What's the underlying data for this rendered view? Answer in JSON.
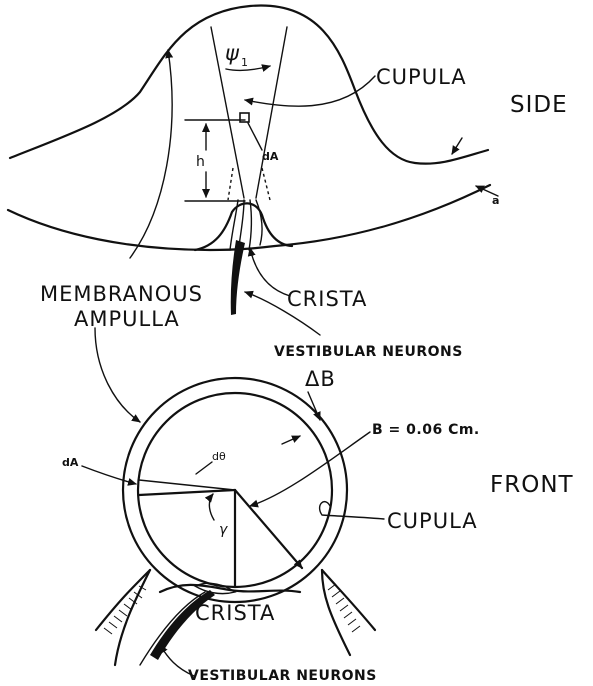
{
  "side_view": {
    "view_label": "SIDE",
    "cupula_label": "CUPULA",
    "angle_label": "ψ",
    "angle_subscript": "1",
    "height_label": "h",
    "area_label": "dA",
    "thickness_label": "a",
    "crista_label": "CRISTA",
    "neurons_label": "VESTIBULAR NEURONS"
  },
  "shared": {
    "ampulla_label_line1": "MEMBRANOUS",
    "ampulla_label_line2": "AMPULLA"
  },
  "front_view": {
    "view_label": "FRONT",
    "delta_b_label": "ΔB",
    "radius_label": "B = 0.06 Cm.",
    "area_label": "dA",
    "d_theta_label": "dθ",
    "gamma_label": "γ",
    "cupula_label": "CUPULA",
    "crista_label": "CRISTA",
    "neurons_label": "VESTIBULAR NEURONS"
  }
}
